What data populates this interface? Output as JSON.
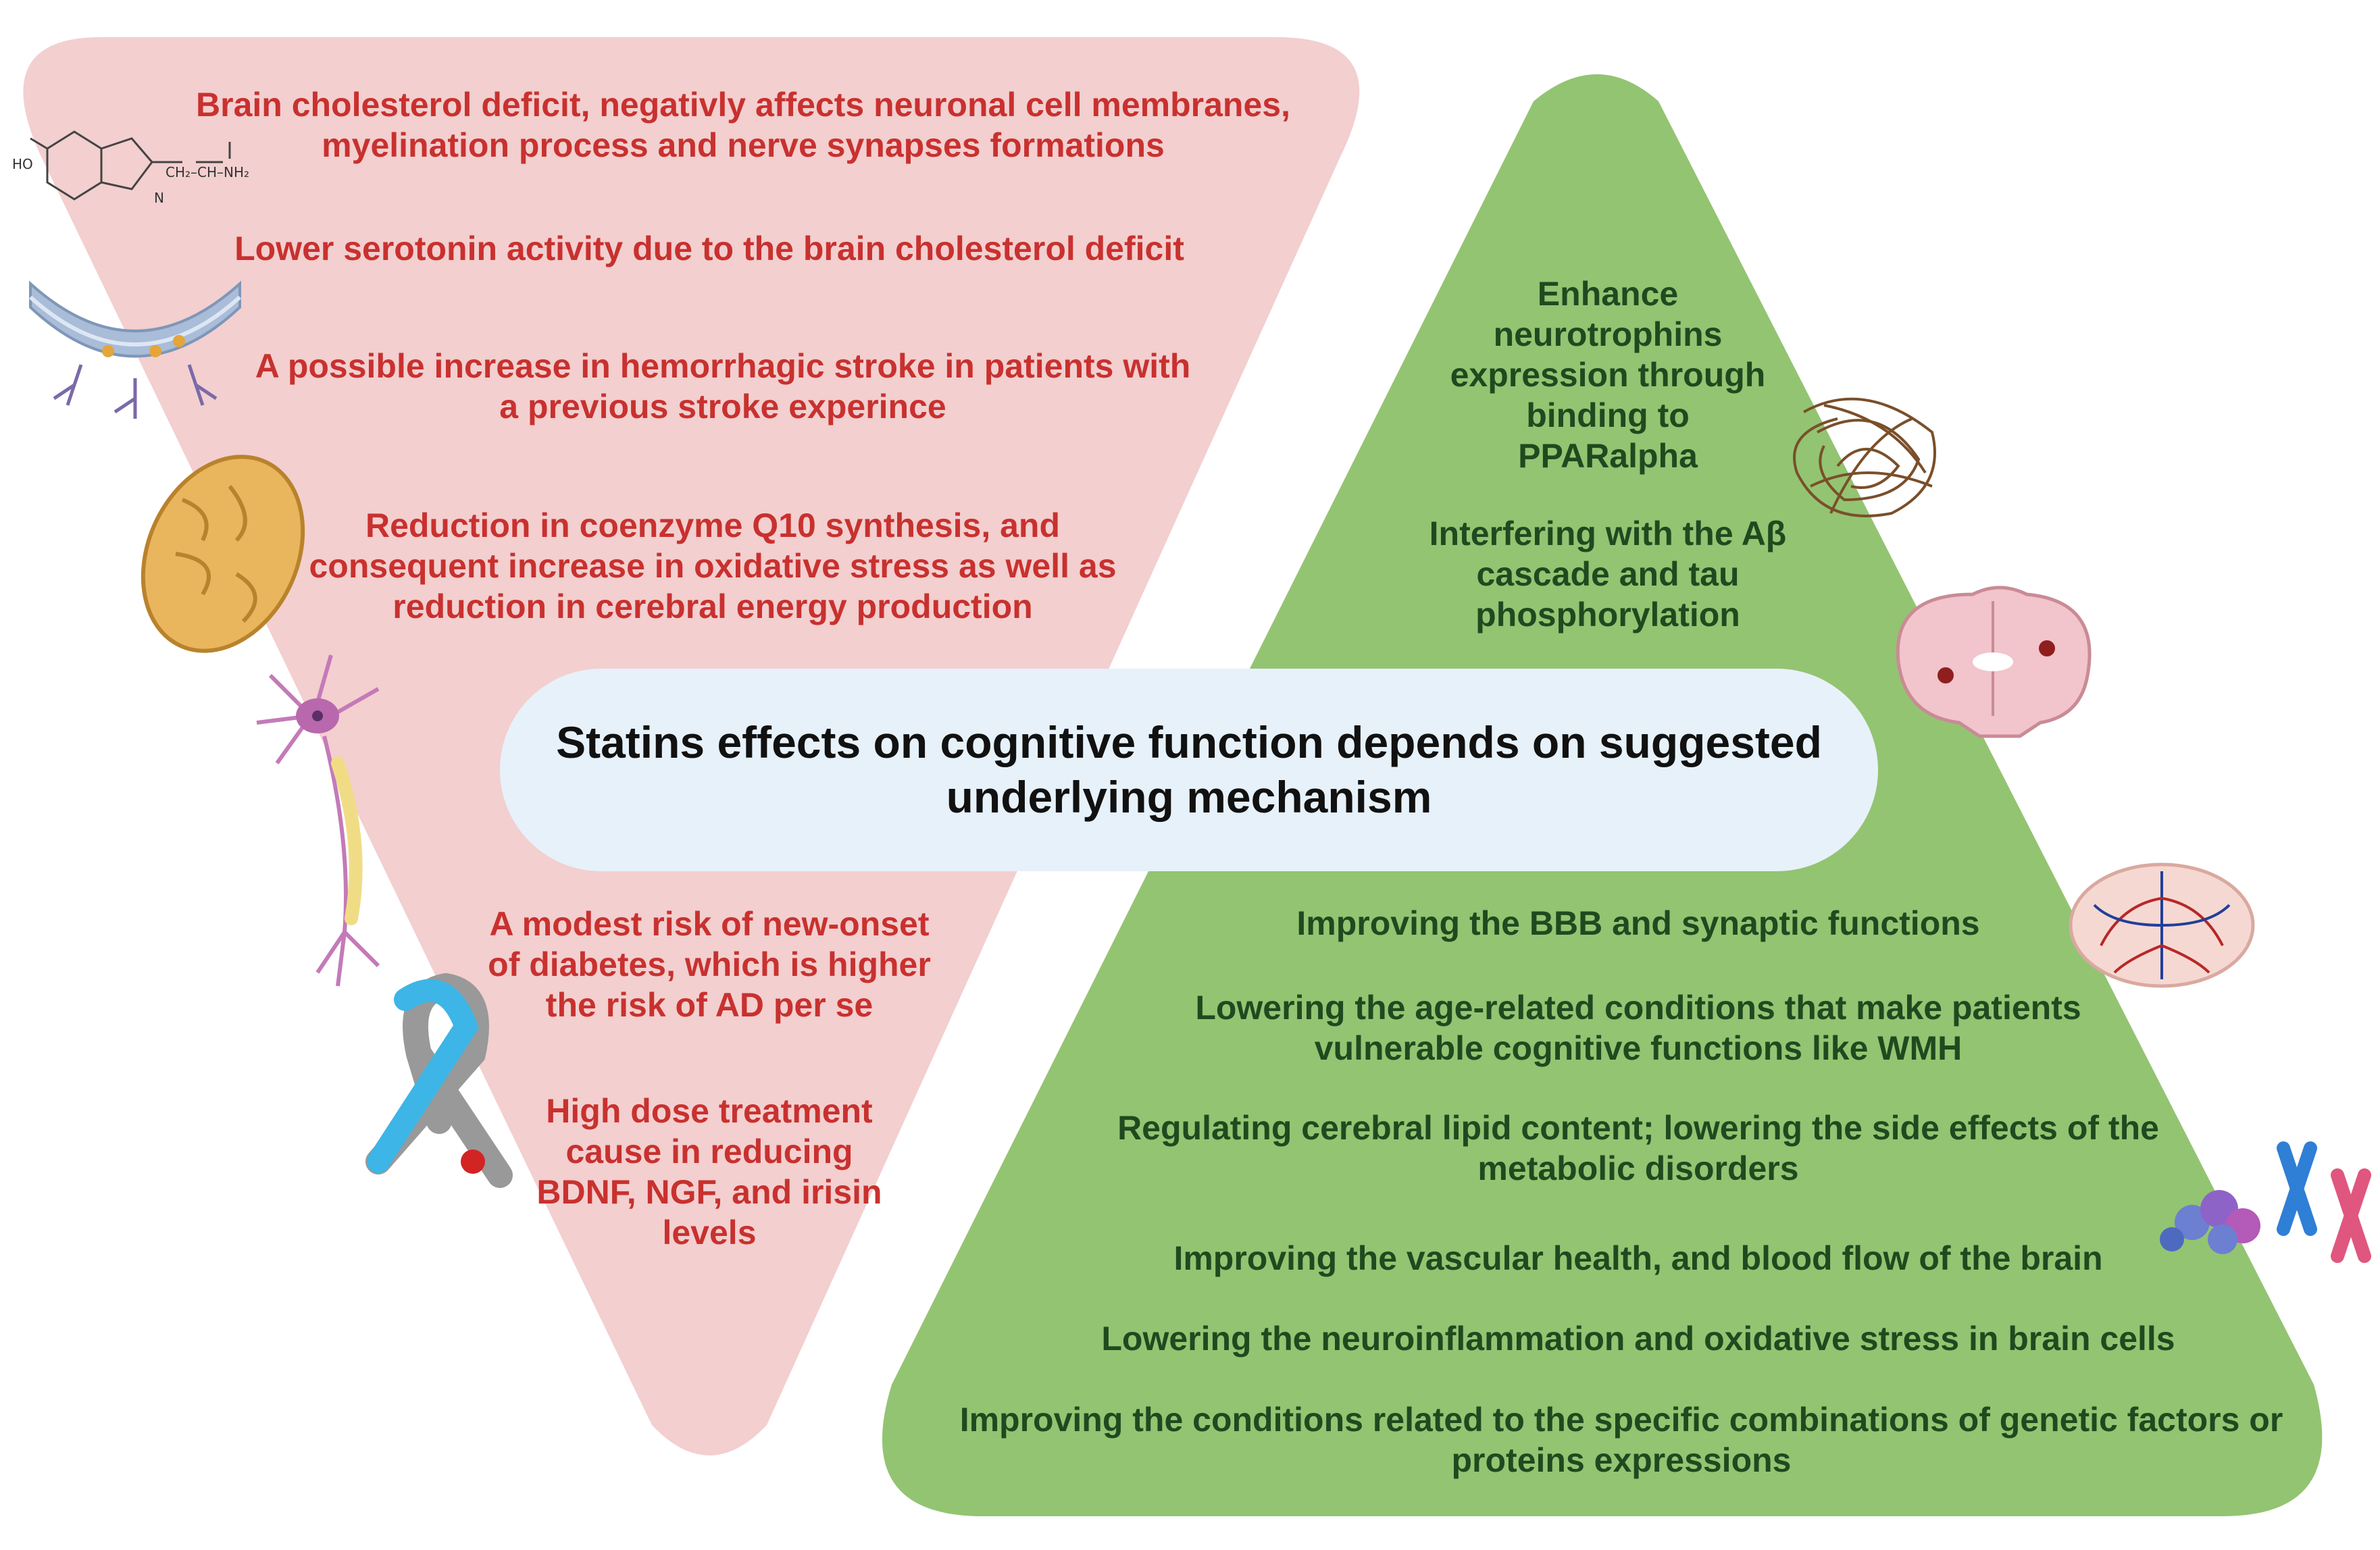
{
  "center_title": "Statins effects on cognitive function depends on suggested\nunderlying mechanism",
  "negative_effects": [
    "Brain cholesterol deficit, negativly affects neuronal cell membranes,\nmyelination process and nerve synapses formations",
    "Lower serotonin activity due to the brain cholesterol deficit",
    "A possible increase in hemorrhagic stroke in patients with\na previous stroke experince",
    "Reduction in coenzyme Q10 synthesis, and\nconsequent increase in oxidative stress as well as\nreduction in cerebral energy production",
    "A modest risk of new-onset\nof diabetes, which is higher\nthe risk of AD per se",
    "High dose treatment\ncause in reducing\nBDNF, NGF, and irisin\nlevels"
  ],
  "positive_effects": [
    "Enhance\nneurotrophins\nexpression through\nbinding to\nPPARalpha",
    "Interfering with the Aβ\ncascade and tau\nphosphorylation",
    "Improving the BBB and synaptic functions",
    "Lowering the age-related conditions that make patients\nvulnerable cognitive functions like WMH",
    "Regulating cerebral lipid content; lowering the side effects of the\nmetabolic disorders",
    "Improving the vascular health, and blood flow of the brain",
    "Lowering the neuroinflammation and oxidative stress in brain cells",
    "Improving the conditions related to the specific combinations of genetic factors or\nproteins expressions"
  ],
  "serotonin_structure_labels": {
    "hydroxyl": "HO",
    "chain": "CH₂–CH–NH₂",
    "nitrogen": "N"
  },
  "icons": [
    "serotonin-molecule-icon",
    "cell-membrane-icon",
    "mitochondrion-icon",
    "neuron-icon",
    "awareness-ribbon-icon",
    "fiber-tangle-icon",
    "brain-coronal-icon",
    "brain-vessels-icon",
    "chromosome-protein-icon"
  ],
  "colors": {
    "negative_fill": "#f3cfcf",
    "positive_fill": "#93c472",
    "negative_text": "#c8312f",
    "positive_text": "#1f4a1f",
    "title_fill": "#e7f1fa"
  }
}
